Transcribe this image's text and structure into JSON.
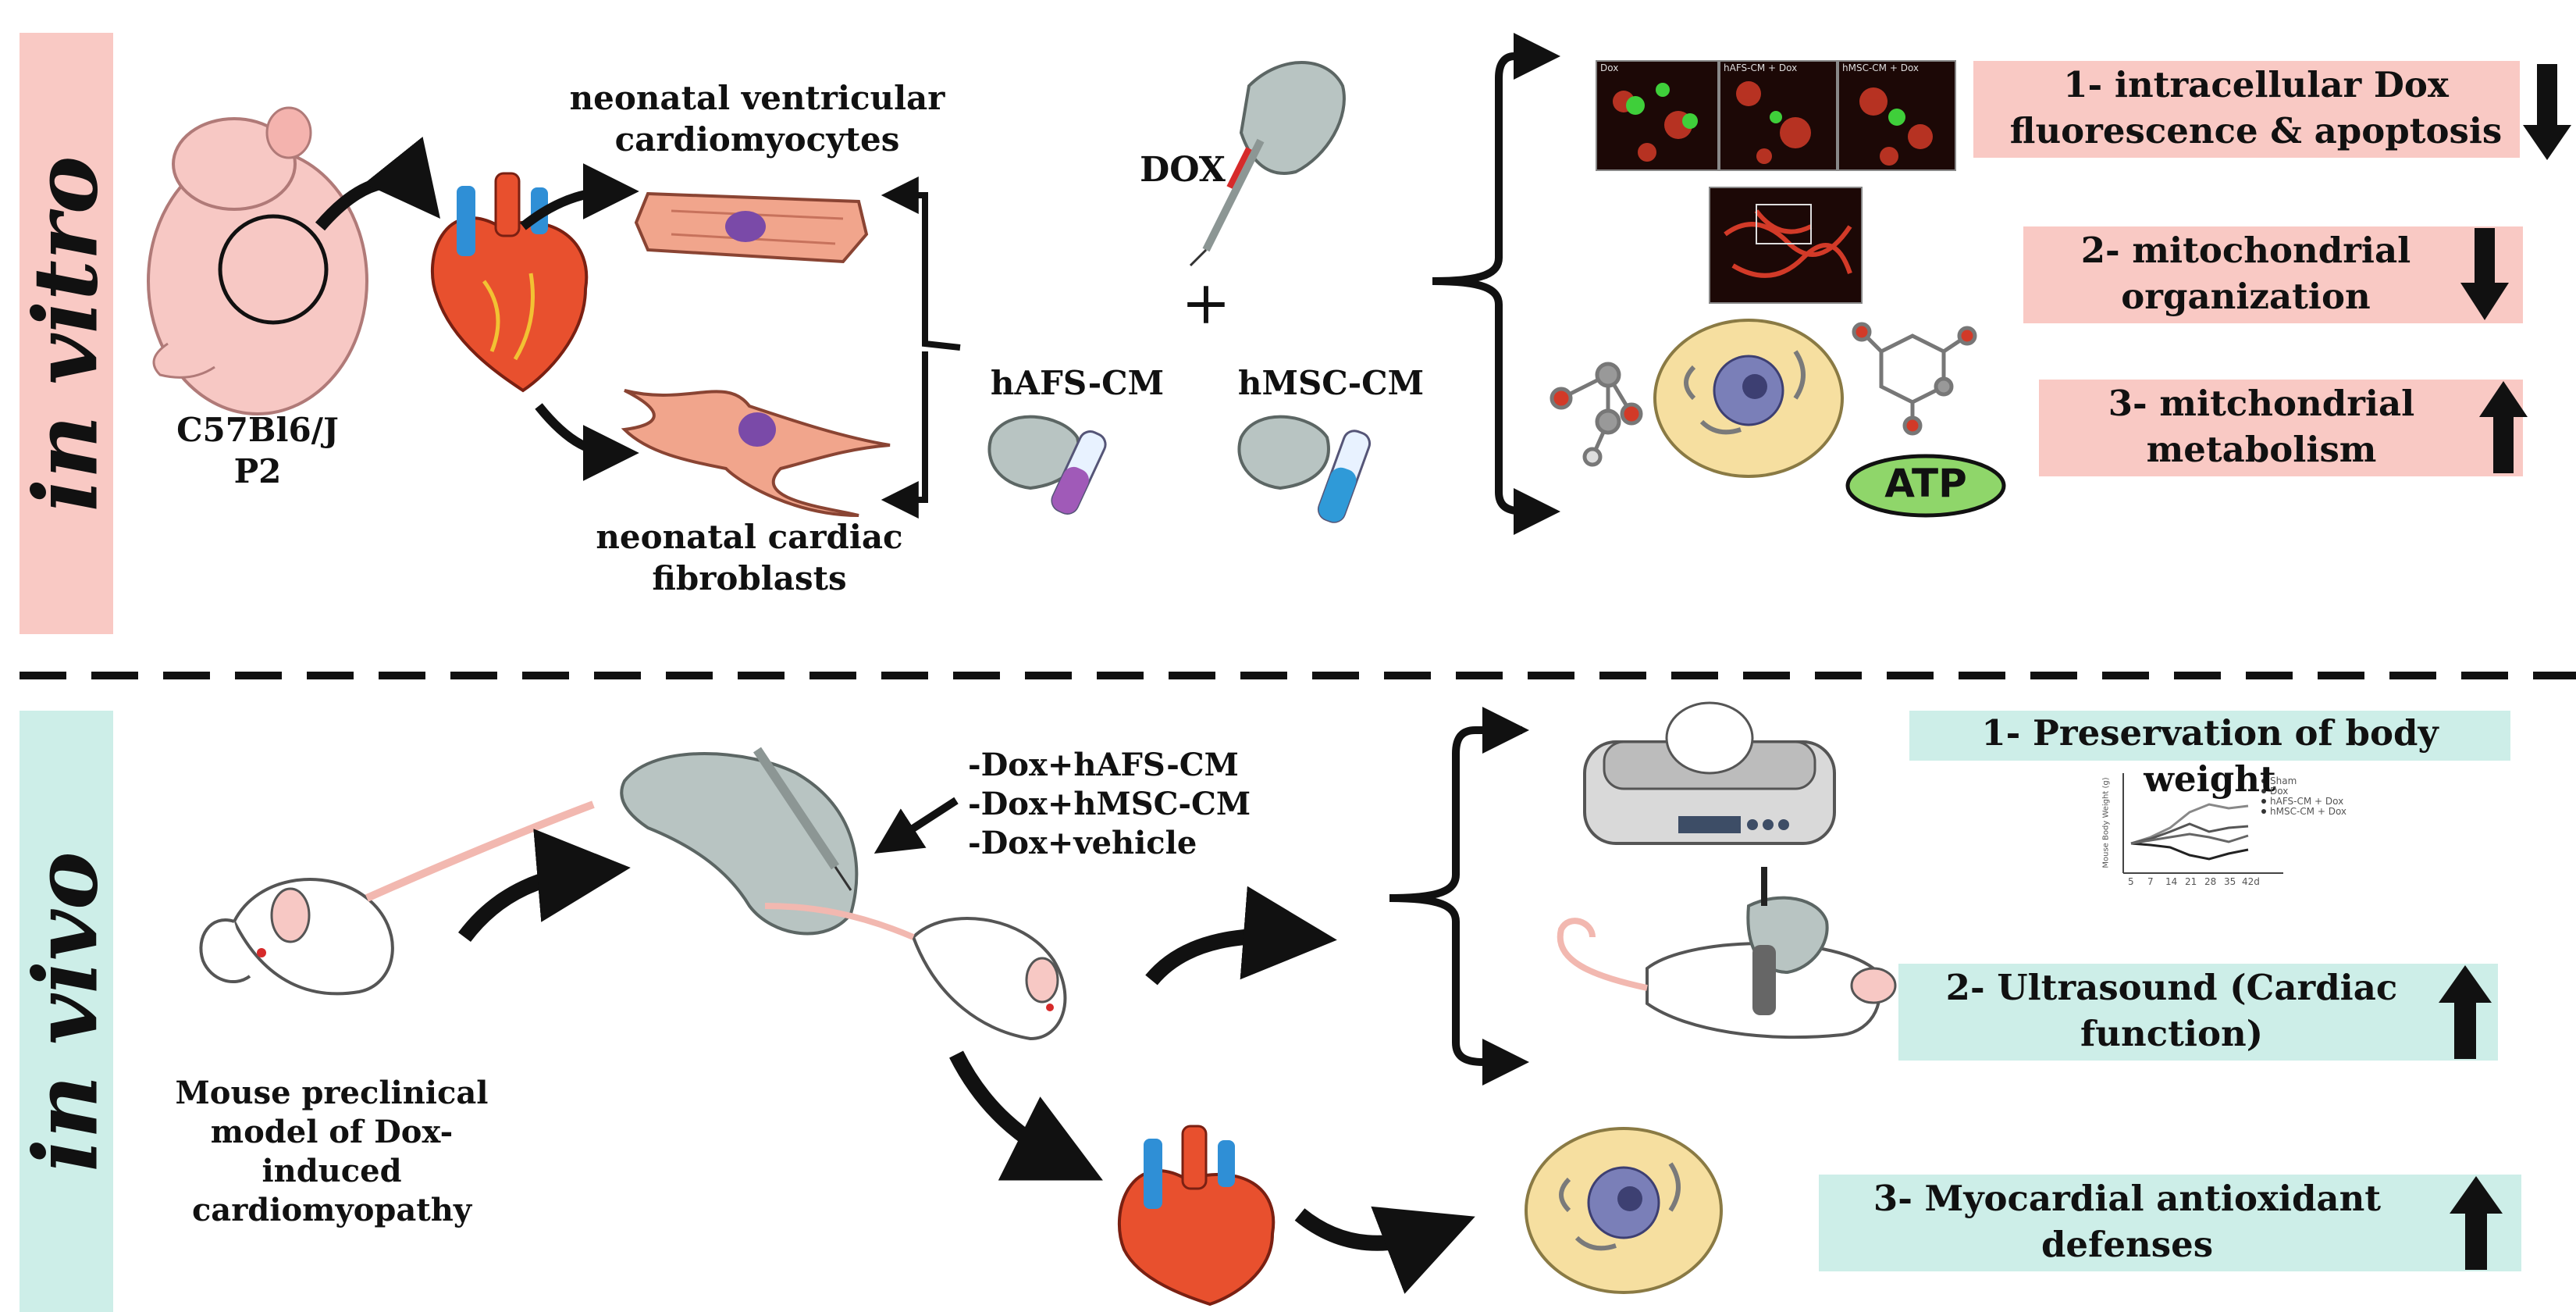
{
  "sections": {
    "in_vitro": {
      "side_label": "in vitro",
      "mouse_label": [
        "C57Bl6/J",
        "P2"
      ],
      "cardiomyocytes_label": [
        "neonatal ventricular",
        "cardiomyocytes"
      ],
      "fibroblasts_label": [
        "neonatal cardiac",
        "fibroblasts"
      ],
      "dox_label": "DOX",
      "plus": "+",
      "hafs_label": "hAFS-CM",
      "hmsc_label": "hMSC-CM",
      "atp_label": "ATP",
      "micro_panel_labels": [
        "Dox",
        "hAFS-CM + Dox",
        "hMSC-CM + Dox"
      ],
      "results": [
        {
          "lines": [
            "1- intracellular Dox",
            "fluorescence & apoptosis"
          ],
          "direction": "down"
        },
        {
          "lines": [
            "2- mitochondrial",
            "organization"
          ],
          "direction": "down"
        },
        {
          "lines": [
            "3-  mitchondrial",
            "metabolism"
          ],
          "direction": "up"
        }
      ]
    },
    "in_vivo": {
      "side_label": "in vivo",
      "model_label": [
        "Mouse preclinical",
        "model of Dox-induced",
        "cardiomyopathy"
      ],
      "treatments": [
        "-Dox+hAFS-CM",
        "-Dox+hMSC-CM",
        "-Dox+vehicle"
      ],
      "results": [
        {
          "lines": [
            "1- Preservation of body weight"
          ],
          "direction": "none"
        },
        {
          "lines": [
            "2- Ultrasound (Cardiac",
            "function)"
          ],
          "direction": "up"
        },
        {
          "lines": [
            "3- Myocardial antioxidant",
            "defenses"
          ],
          "direction": "up"
        }
      ]
    }
  },
  "mini_chart": {
    "ylabel": "Mouse Body Weight (g)",
    "x_ticks": [
      "5",
      "7",
      "14",
      "21",
      "28",
      "35",
      "42d"
    ],
    "legend": [
      "Sham",
      "Dox",
      "hAFS-CM + Dox",
      "hMSC-CM + Dox"
    ]
  },
  "colors": {
    "in_vitro_band": "#f9c9c4",
    "in_vivo_band": "#cdeee8",
    "arrow": "#111111",
    "heart": "#e8502e",
    "vessel": "#2f8fd6",
    "cell_fill": "#f6dfa0",
    "nucleus": "#7a7fb8",
    "atp_fill": "#8fd66a",
    "fluo_red": "#d23a28",
    "fluo_green": "#3fcf3a",
    "hafs_tube": "#a05ab8",
    "hmsc_tube": "#2f9ad8",
    "glove": "#b8c4c2"
  }
}
